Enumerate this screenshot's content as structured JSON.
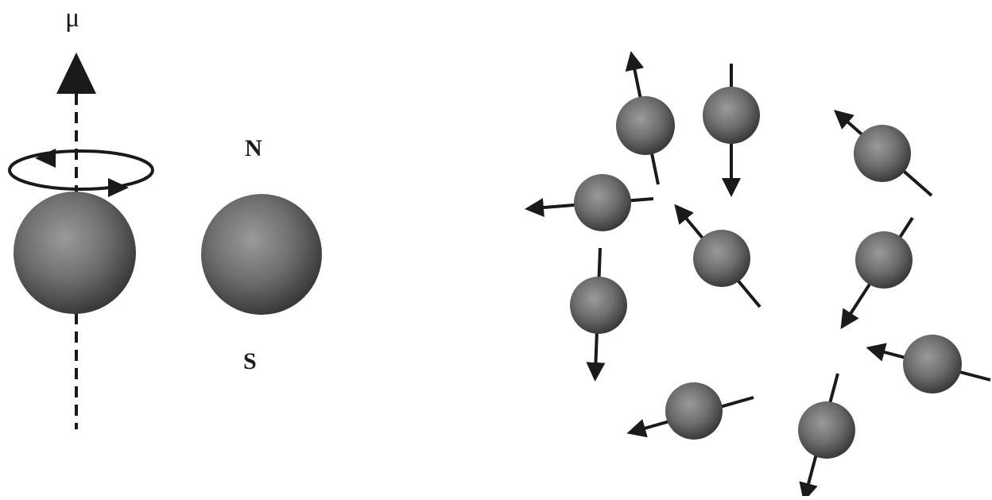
{
  "labels": {
    "magnetic_moment": "μ",
    "north_pole": "N",
    "south_pole": "S"
  },
  "colors": {
    "ink": "#1a1a1a",
    "sphere_light": "#9a9a9a",
    "sphere_dark": "#3a3a3a"
  }
}
